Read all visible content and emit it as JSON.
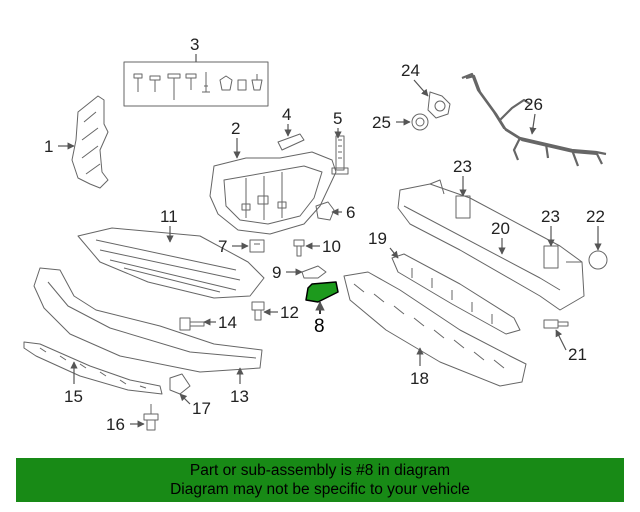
{
  "diagram": {
    "parts": [
      {
        "id": "part-1",
        "label": "1"
      },
      {
        "id": "part-2",
        "label": "2"
      },
      {
        "id": "part-3",
        "label": "3"
      },
      {
        "id": "part-4",
        "label": "4"
      },
      {
        "id": "part-5",
        "label": "5"
      },
      {
        "id": "part-6",
        "label": "6"
      },
      {
        "id": "part-7",
        "label": "7"
      },
      {
        "id": "part-8",
        "label": "8"
      },
      {
        "id": "part-9",
        "label": "9"
      },
      {
        "id": "part-10",
        "label": "10"
      },
      {
        "id": "part-11",
        "label": "11"
      },
      {
        "id": "part-12",
        "label": "12"
      },
      {
        "id": "part-13",
        "label": "13"
      },
      {
        "id": "part-14",
        "label": "14"
      },
      {
        "id": "part-15",
        "label": "15"
      },
      {
        "id": "part-16",
        "label": "16"
      },
      {
        "id": "part-17",
        "label": "17"
      },
      {
        "id": "part-18",
        "label": "18"
      },
      {
        "id": "part-19",
        "label": "19"
      },
      {
        "id": "part-20",
        "label": "20"
      },
      {
        "id": "part-21",
        "label": "21"
      },
      {
        "id": "part-22",
        "label": "22"
      },
      {
        "id": "part-23a",
        "label": "23"
      },
      {
        "id": "part-23b",
        "label": "23"
      },
      {
        "id": "part-24",
        "label": "24"
      },
      {
        "id": "part-25",
        "label": "25"
      },
      {
        "id": "part-26",
        "label": "26"
      }
    ],
    "highlighted_part": "8",
    "highlight_color": "#1d9a1d",
    "line_color": "#555555"
  },
  "banner": {
    "line1": "Part or sub-assembly is #8 in diagram",
    "line2": "Diagram may not be specific to your vehicle",
    "background": "#188a16"
  }
}
